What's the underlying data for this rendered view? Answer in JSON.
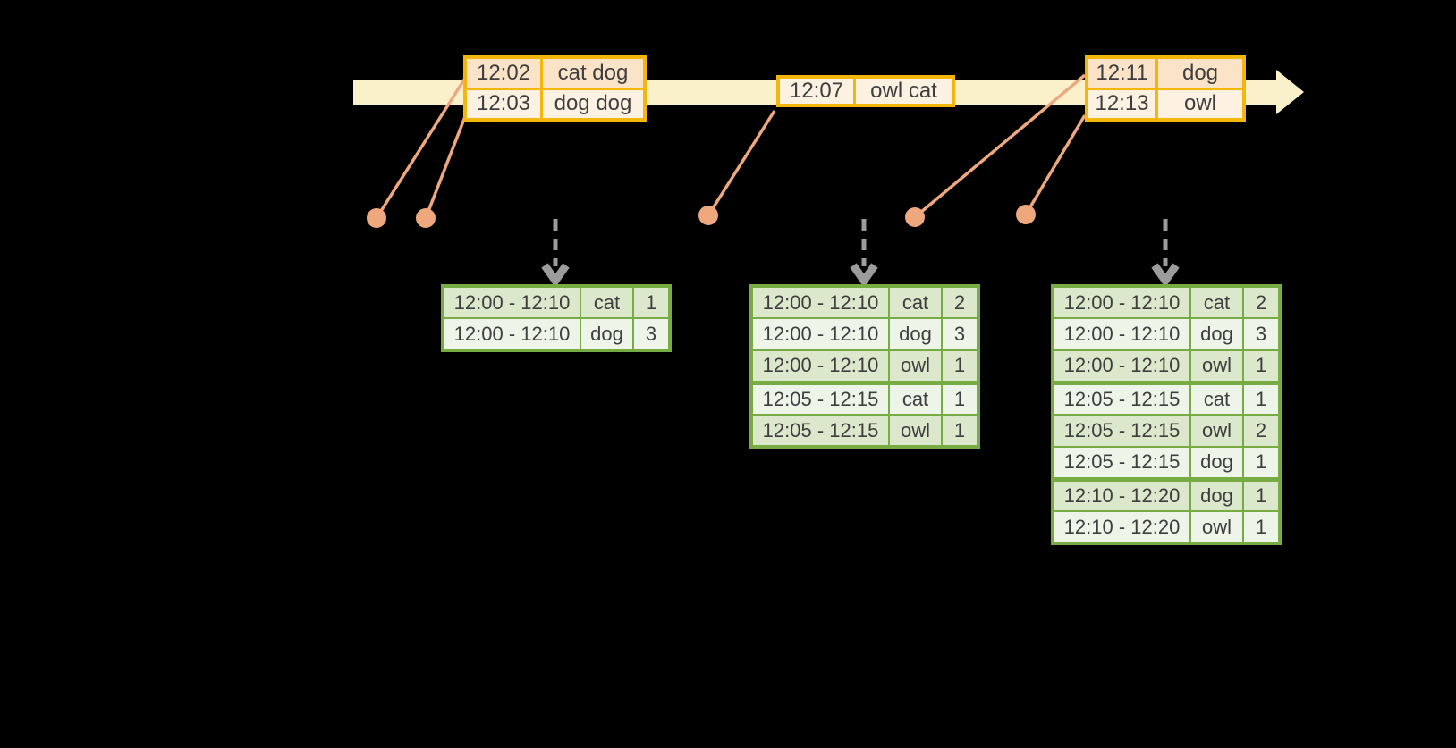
{
  "colors": {
    "timeline_fill": "#FAF1CB",
    "event_border": "#F3B70B",
    "event_row_dark": "#FAE3C6",
    "event_row_light": "#FDF1E2",
    "connector": "#EFA87E",
    "trigger_arrow": "#9C9C9C",
    "result_border": "#76AC43",
    "result_row_dark": "#DBE8CC",
    "result_row_light": "#EFF4E9",
    "text": "#3E3E3E"
  },
  "event_tables": [
    {
      "rows": [
        {
          "time": "12:02",
          "words": "cat dog"
        },
        {
          "time": "12:03",
          "words": "dog dog"
        }
      ]
    },
    {
      "rows": [
        {
          "time": "12:07",
          "words": "owl cat"
        }
      ]
    },
    {
      "rows": [
        {
          "time": "12:11",
          "words": "dog"
        },
        {
          "time": "12:13",
          "words": "owl"
        }
      ]
    }
  ],
  "result_tables": [
    {
      "rows": [
        {
          "window": "12:00 - 12:10",
          "word": "cat",
          "count": "1"
        },
        {
          "window": "12:00 - 12:10",
          "word": "dog",
          "count": "3"
        }
      ]
    },
    {
      "rows": [
        {
          "window": "12:00 - 12:10",
          "word": "cat",
          "count": "2"
        },
        {
          "window": "12:00 - 12:10",
          "word": "dog",
          "count": "3"
        },
        {
          "window": "12:00 - 12:10",
          "word": "owl",
          "count": "1"
        },
        {
          "window": "12:05 - 12:15",
          "word": "cat",
          "count": "1"
        },
        {
          "window": "12:05 - 12:15",
          "word": "owl",
          "count": "1"
        }
      ]
    },
    {
      "rows": [
        {
          "window": "12:00 - 12:10",
          "word": "cat",
          "count": "2"
        },
        {
          "window": "12:00 - 12:10",
          "word": "dog",
          "count": "3"
        },
        {
          "window": "12:00 - 12:10",
          "word": "owl",
          "count": "1"
        },
        {
          "window": "12:05 - 12:15",
          "word": "cat",
          "count": "1"
        },
        {
          "window": "12:05 - 12:15",
          "word": "owl",
          "count": "2"
        },
        {
          "window": "12:05 - 12:15",
          "word": "dog",
          "count": "1"
        },
        {
          "window": "12:10 - 12:20",
          "word": "dog",
          "count": "1"
        },
        {
          "window": "12:10 - 12:20",
          "word": "owl",
          "count": "1"
        }
      ]
    }
  ]
}
